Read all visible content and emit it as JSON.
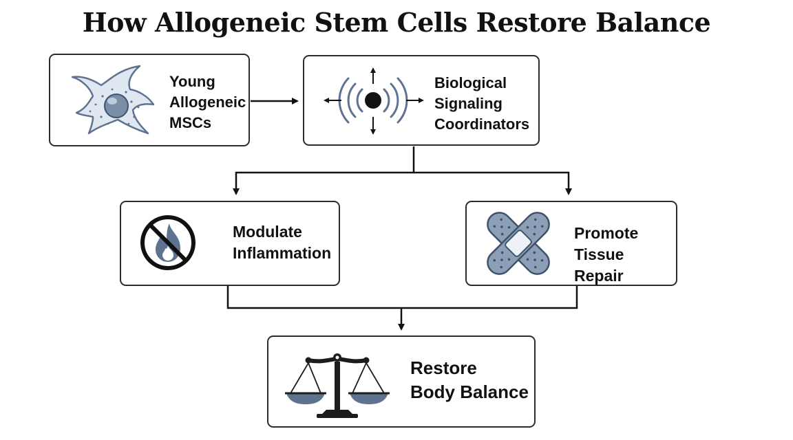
{
  "title": "How Allogeneic Stem Cells Restore Balance",
  "nodes": {
    "mscs": {
      "lines": [
        "Young",
        "Allogeneic",
        "MSCs"
      ],
      "icon": "stem-cell-icon"
    },
    "signaling": {
      "lines": [
        "Biological",
        "Signaling",
        "Coordinators"
      ],
      "icon": "signal-waves-icon"
    },
    "inflammation": {
      "lines": [
        "Modulate",
        "Inflammation"
      ],
      "icon": "no-fire-icon"
    },
    "repair": {
      "lines": [
        "Promote",
        "Tissue Repair"
      ],
      "icon": "bandage-icon"
    },
    "balance": {
      "lines": [
        "Restore",
        "Body Balance"
      ],
      "icon": "scales-icon"
    }
  },
  "edges": [
    {
      "from": "mscs",
      "to": "signaling"
    },
    {
      "from": "signaling",
      "to": "inflammation"
    },
    {
      "from": "signaling",
      "to": "repair"
    },
    {
      "from": "inflammation",
      "to": "balance"
    },
    {
      "from": "repair",
      "to": "balance"
    }
  ],
  "colors": {
    "line": "#111111",
    "border": "#2b2b2b",
    "icon_fill": "#5f7390",
    "icon_light": "#dfe7f0",
    "icon_dark": "#1c1c1c"
  }
}
